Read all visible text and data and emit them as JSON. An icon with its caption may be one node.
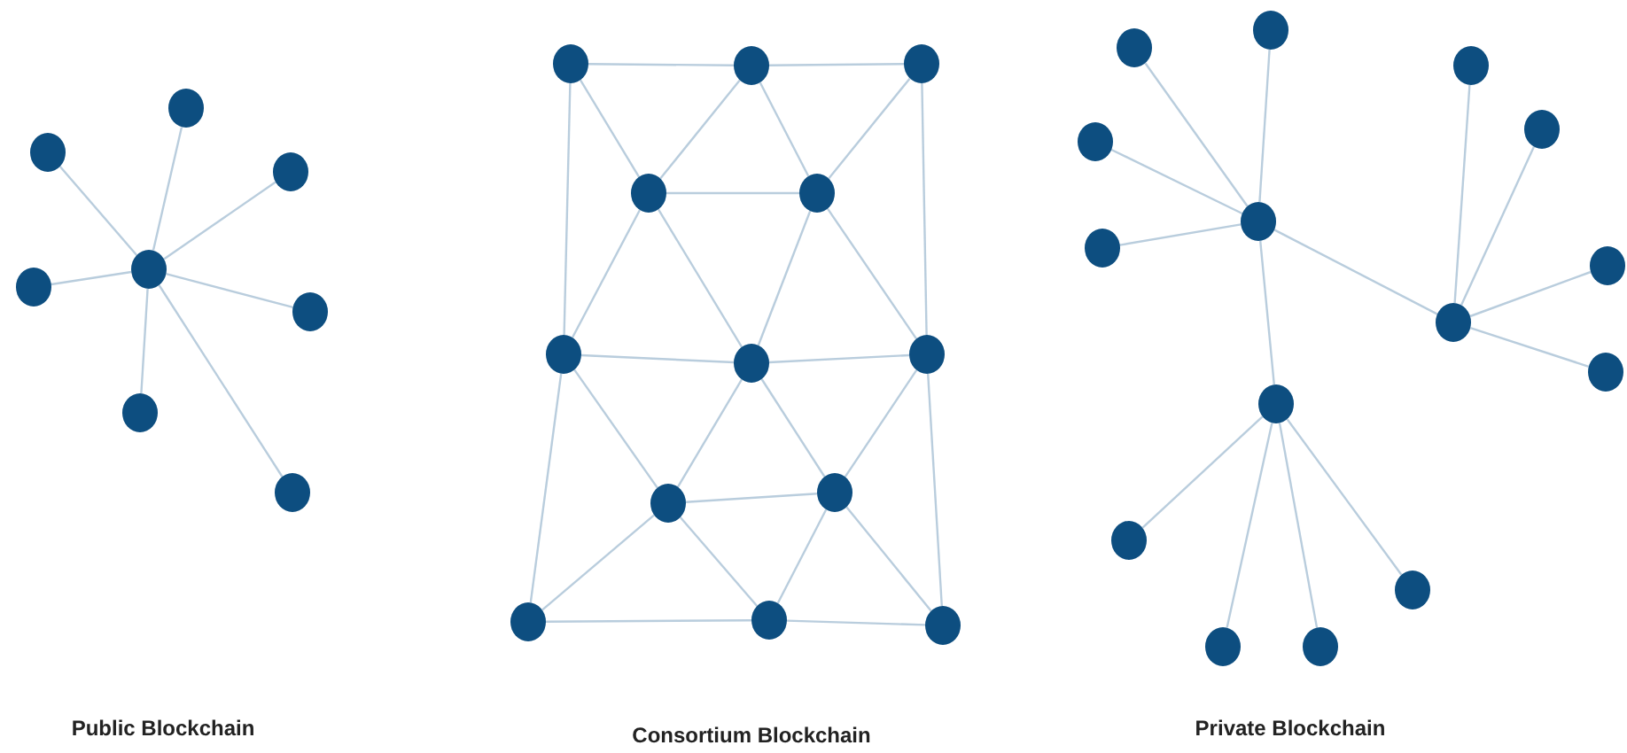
{
  "diagram": {
    "nodes": [
      {
        "text": [],
        "shape": "circle"
      },
      {
        "text": [],
        "shape": "circle"
      },
      {
        "text": [],
        "shape": "circle"
      },
      {
        "text": [],
        "shape": "circle"
      },
      {
        "text": [],
        "shape": "circle"
      },
      {
        "text": [],
        "shape": "circle"
      },
      {
        "text": [],
        "shape": "circle"
      },
      {
        "text": [],
        "shape": "circle"
      },
      {
        "text": [],
        "shape": "circle"
      },
      {
        "text": [],
        "shape": "circle"
      },
      {
        "text": [],
        "shape": "circle"
      },
      {
        "text": [],
        "shape": "circle"
      },
      {
        "text": [],
        "shape": "circle"
      },
      {
        "text": [],
        "shape": "circle"
      },
      {
        "text": [],
        "shape": "circle"
      },
      {
        "text": [],
        "shape": "circle"
      },
      {
        "text": [],
        "shape": "circle"
      },
      {
        "text": [],
        "shape": "circle"
      },
      {
        "text": [],
        "shape": "circle"
      },
      {
        "text": [],
        "shape": "circle"
      },
      {
        "text": [],
        "shape": "circle"
      },
      {
        "text": [],
        "shape": "circle"
      },
      {
        "text": [],
        "shape": "circle"
      },
      {
        "text": [],
        "shape": "circle"
      },
      {
        "text": [],
        "shape": "circle"
      },
      {
        "text": [],
        "shape": "circle"
      },
      {
        "text": [],
        "shape": "circle"
      },
      {
        "text": [],
        "shape": "circle"
      },
      {
        "text": [],
        "shape": "circle"
      },
      {
        "text": [],
        "shape": "circle"
      },
      {
        "text": [],
        "shape": "circle"
      },
      {
        "text": [],
        "shape": "circle"
      },
      {
        "text": [],
        "shape": "circle"
      },
      {
        "text": [],
        "shape": "circle"
      },
      {
        "text": [],
        "shape": "circle"
      },
      {
        "text": [],
        "shape": "circle"
      }
    ],
    "edges": [
      {
        "from": 3,
        "to": 0,
        "arrow": "none"
      },
      {
        "from": 3,
        "to": 1,
        "arrow": "none"
      },
      {
        "from": 3,
        "to": 2,
        "arrow": "none"
      },
      {
        "from": 3,
        "to": 4,
        "arrow": "none"
      },
      {
        "from": 3,
        "to": 5,
        "arrow": "none"
      },
      {
        "from": 3,
        "to": 6,
        "arrow": "none"
      },
      {
        "from": 3,
        "to": 7,
        "arrow": "none"
      },
      {
        "from": 8,
        "to": 9,
        "arrow": "none"
      },
      {
        "from": 9,
        "to": 10,
        "arrow": "none"
      },
      {
        "from": 8,
        "to": 11,
        "arrow": "none"
      },
      {
        "from": 9,
        "to": 11,
        "arrow": "none"
      },
      {
        "from": 9,
        "to": 12,
        "arrow": "none"
      },
      {
        "from": 10,
        "to": 12,
        "arrow": "none"
      },
      {
        "from": 8,
        "to": 13,
        "arrow": "none"
      },
      {
        "from": 10,
        "to": 15,
        "arrow": "none"
      },
      {
        "from": 11,
        "to": 12,
        "arrow": "none"
      },
      {
        "from": 11,
        "to": 13,
        "arrow": "none"
      },
      {
        "from": 11,
        "to": 14,
        "arrow": "none"
      },
      {
        "from": 12,
        "to": 14,
        "arrow": "none"
      },
      {
        "from": 12,
        "to": 15,
        "arrow": "none"
      },
      {
        "from": 13,
        "to": 14,
        "arrow": "none"
      },
      {
        "from": 14,
        "to": 15,
        "arrow": "none"
      },
      {
        "from": 13,
        "to": 16,
        "arrow": "none"
      },
      {
        "from": 14,
        "to": 16,
        "arrow": "none"
      },
      {
        "from": 14,
        "to": 17,
        "arrow": "none"
      },
      {
        "from": 15,
        "to": 17,
        "arrow": "none"
      },
      {
        "from": 16,
        "to": 17,
        "arrow": "none"
      },
      {
        "from": 13,
        "to": 18,
        "arrow": "none"
      },
      {
        "from": 15,
        "to": 20,
        "arrow": "none"
      },
      {
        "from": 16,
        "to": 18,
        "arrow": "none"
      },
      {
        "from": 16,
        "to": 19,
        "arrow": "none"
      },
      {
        "from": 17,
        "to": 19,
        "arrow": "none"
      },
      {
        "from": 17,
        "to": 20,
        "arrow": "none"
      },
      {
        "from": 18,
        "to": 19,
        "arrow": "none"
      },
      {
        "from": 19,
        "to": 20,
        "arrow": "none"
      },
      {
        "from": 26,
        "to": 21,
        "arrow": "none"
      },
      {
        "from": 26,
        "to": 22,
        "arrow": "none"
      },
      {
        "from": 26,
        "to": 25,
        "arrow": "none"
      },
      {
        "from": 26,
        "to": 27,
        "arrow": "none"
      },
      {
        "from": 26,
        "to": 29,
        "arrow": "none"
      },
      {
        "from": 26,
        "to": 31,
        "arrow": "none"
      },
      {
        "from": 29,
        "to": 23,
        "arrow": "none"
      },
      {
        "from": 29,
        "to": 24,
        "arrow": "none"
      },
      {
        "from": 29,
        "to": 28,
        "arrow": "none"
      },
      {
        "from": 29,
        "to": 30,
        "arrow": "none"
      },
      {
        "from": 31,
        "to": 32,
        "arrow": "none"
      },
      {
        "from": 31,
        "to": 33,
        "arrow": "none"
      },
      {
        "from": 31,
        "to": 34,
        "arrow": "none"
      },
      {
        "from": 31,
        "to": 35,
        "arrow": "none"
      }
    ],
    "labels": [
      "Public Blockchain",
      "Consortium Blockchain",
      "Private Blockchain"
    ]
  }
}
